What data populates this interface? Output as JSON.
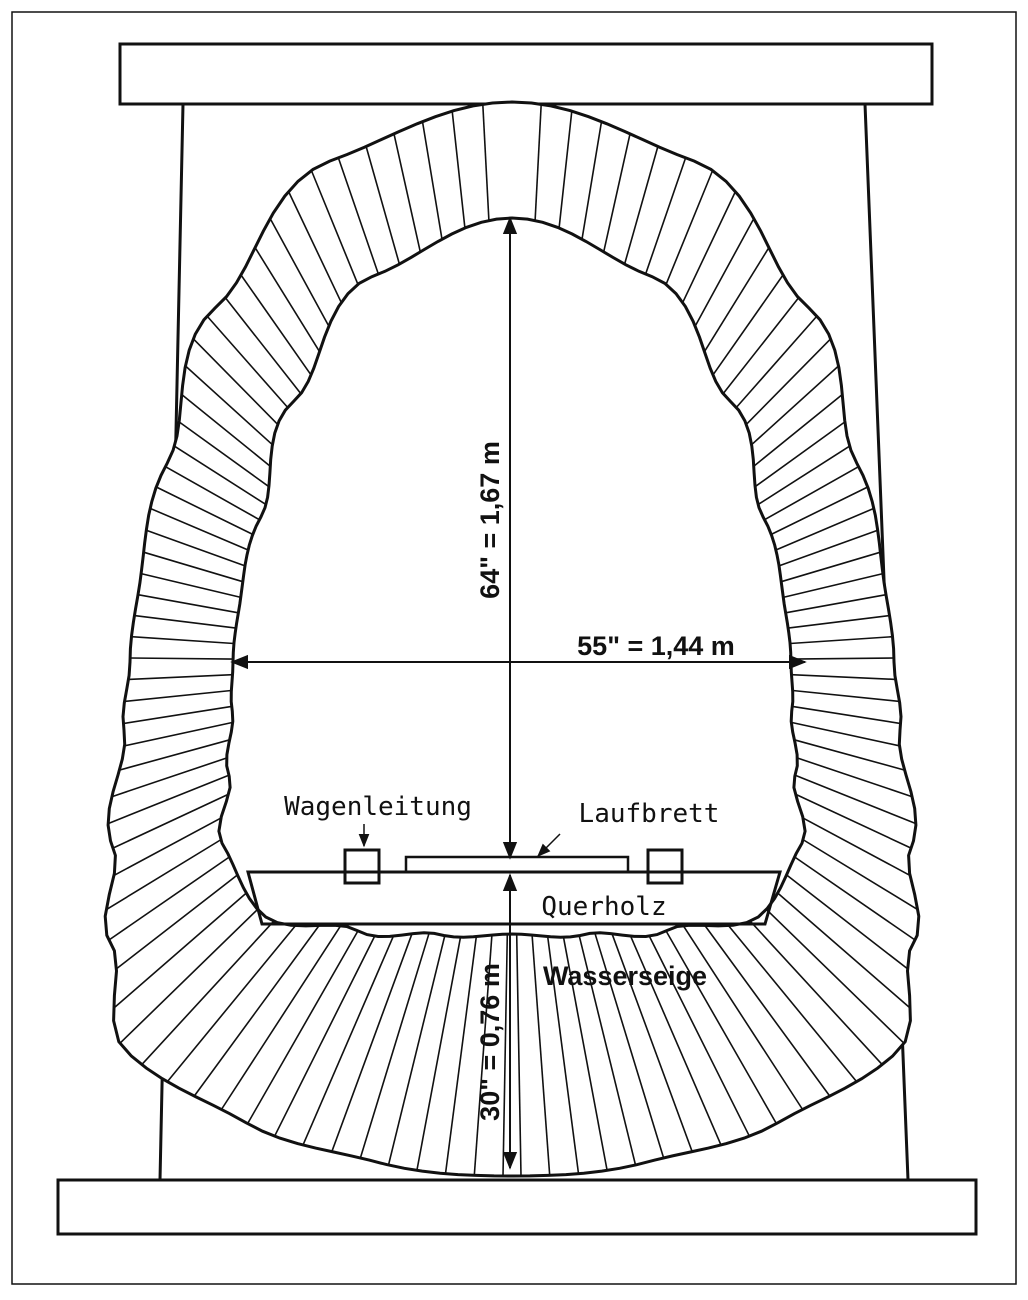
{
  "diagram": {
    "dimensions": {
      "height_upper": "64\" = 1,67 m",
      "width": "55\" = 1,44 m",
      "height_lower": "30\" = 0,76 m"
    },
    "labels": {
      "wagenleitung": "Wagenleitung",
      "laufbrett": "Laufbrett",
      "querholz": "Querholz",
      "wasserseige": "Wasserseige"
    },
    "colors": {
      "ink": "#111111",
      "paper": "#ffffff"
    }
  }
}
